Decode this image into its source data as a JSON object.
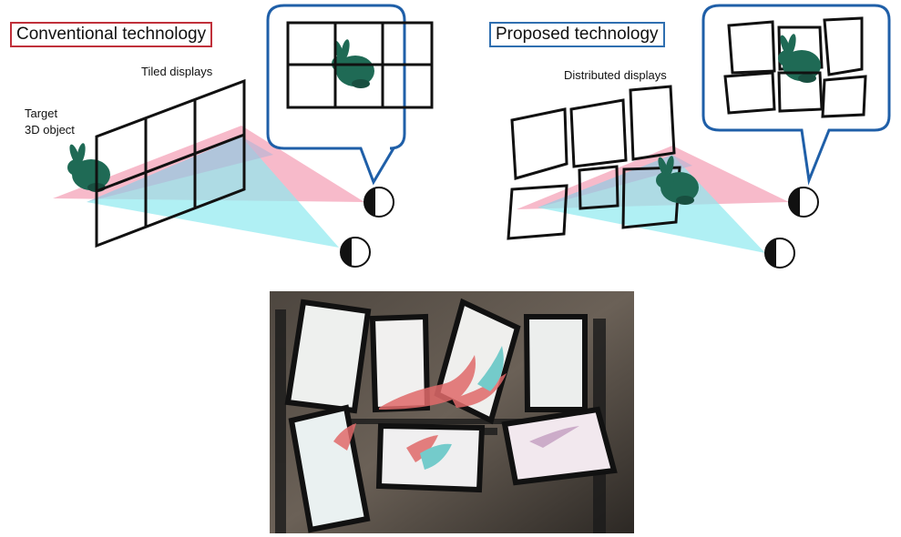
{
  "conventional": {
    "title": "Conventional technology",
    "tiled_label": "Tiled displays",
    "target_label_line1": "Target",
    "target_label_line2": "3D object"
  },
  "proposed": {
    "title": "Proposed technology",
    "distributed_label": "Distributed displays"
  },
  "colors": {
    "conventional_border": "#c0303a",
    "proposed_border": "#2f6fb0",
    "bubble_stroke": "#1f5fa8",
    "bunny": "#1f6a55",
    "left_eye_beam": "#f4a3b8",
    "right_eye_beam": "#8fe9ef"
  },
  "icons": [
    "bunny-icon",
    "eye-icon",
    "speech-bubble-icon"
  ]
}
